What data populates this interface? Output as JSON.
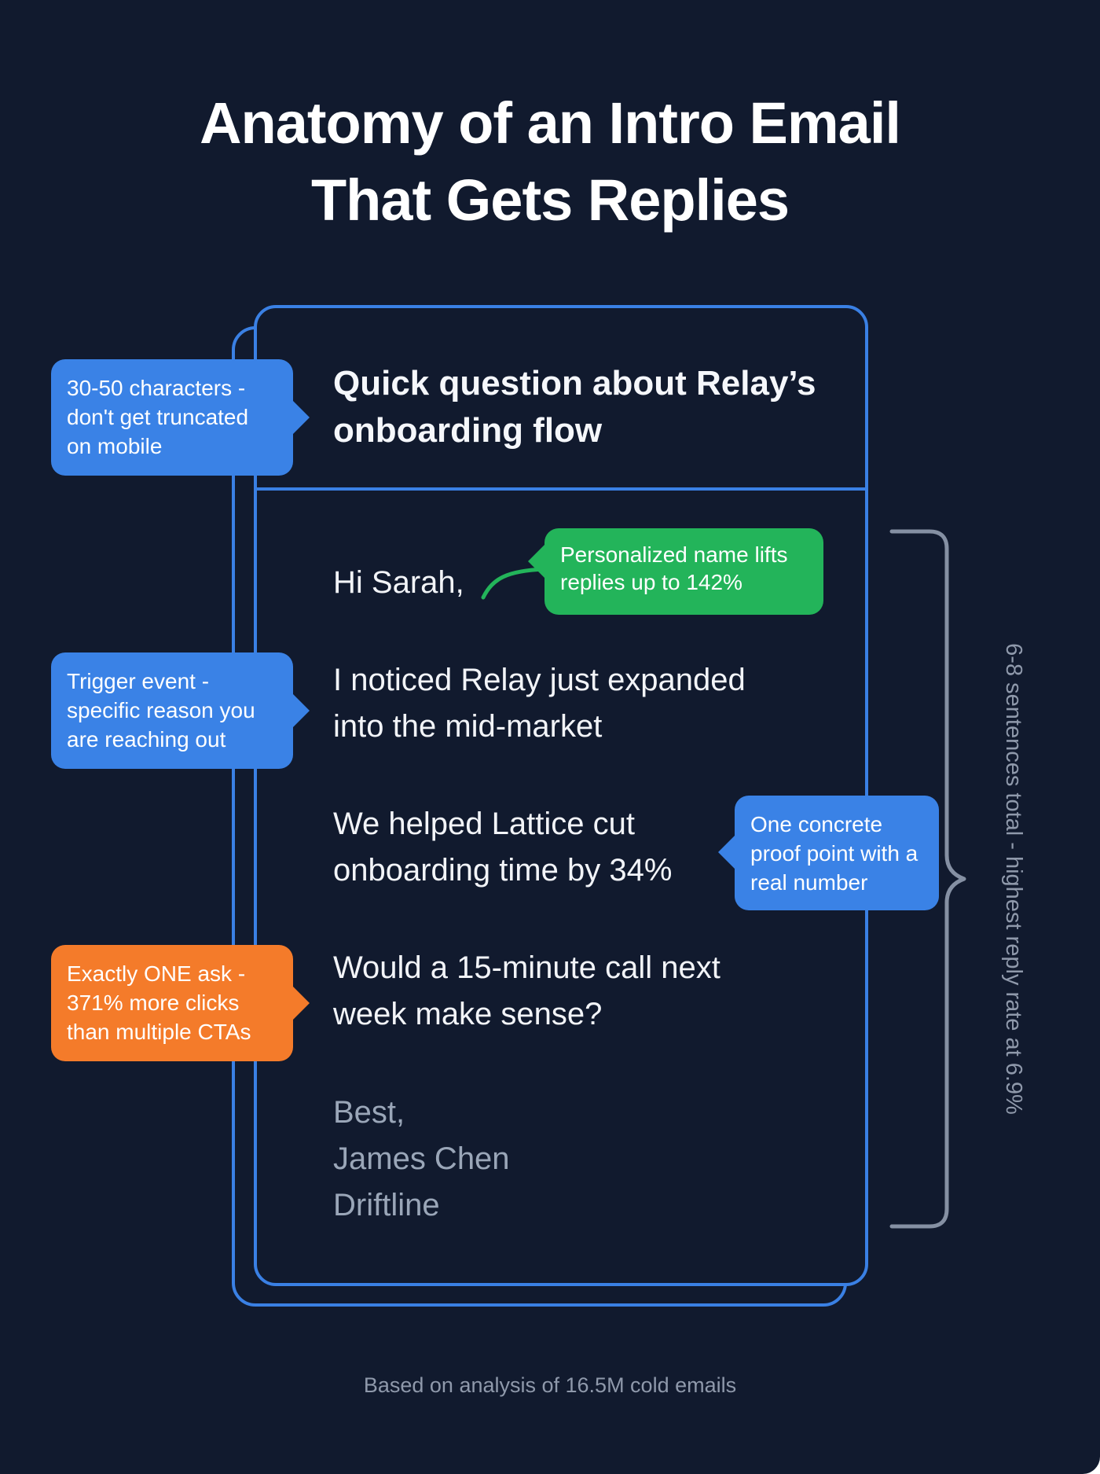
{
  "title": {
    "line1": "Anatomy of an Intro Email",
    "line2": "That Gets Replies"
  },
  "email": {
    "subject": "Quick question about Relay’s onboarding flow",
    "greeting": "Hi Sarah,",
    "trigger_paragraph": "I noticed Relay just expanded into the mid-market",
    "proof_paragraph": "We helped Lattice cut onboarding time by 34%",
    "ask_paragraph": "Would a 15-minute call next week make sense?",
    "signature": {
      "closing": "Best,",
      "name": "James Chen",
      "company": "Driftline"
    }
  },
  "callouts": {
    "subject": {
      "text": "30-50 characters - don't get truncated on mobile",
      "color": "#3a82e6"
    },
    "personalized_name": {
      "text": "Personalized name lifts replies up to 142%",
      "color": "#23b45a"
    },
    "trigger": {
      "text": "Trigger event - specific reason you are reaching out",
      "color": "#3a82e6"
    },
    "proof": {
      "text": "One concrete proof point with a real number",
      "color": "#3a82e6"
    },
    "ask": {
      "text": "Exactly ONE ask - 371% more clicks than multiple CTAs",
      "color": "#f47b2a"
    }
  },
  "length_note": "6-8 sentences total - highest reply rate at 6.9%",
  "footer": "Based on analysis of 16.5M cold emails",
  "colors": {
    "background": "#111a2e",
    "card_border": "#3a80e4",
    "brace": "#8590a3",
    "muted_text": "#8f99ab"
  }
}
